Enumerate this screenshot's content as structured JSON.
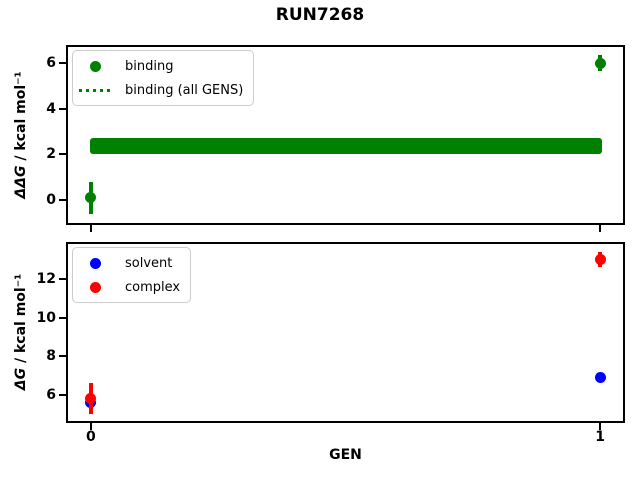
{
  "title": "RUN7268",
  "colors": {
    "binding": "#008000",
    "solvent": "#0000ff",
    "complex": "#ff0000",
    "spine": "#000000",
    "legend_border": "#cccccc",
    "background": "#ffffff"
  },
  "chart_data": [
    {
      "type": "scatter",
      "subplot": "top",
      "ylabel": "ΔΔG / kcal mol⁻¹",
      "ylabel_math": "ΔΔG",
      "ylabel_unit": " / kcal mol⁻¹",
      "xlim": [
        -0.045,
        1.045
      ],
      "ylim": [
        -1.0,
        6.7
      ],
      "yticks": [
        0,
        2,
        4,
        6
      ],
      "xticks": [
        0,
        1
      ],
      "grid": false,
      "legend_position": "upper left",
      "legend": [
        {
          "label": "binding",
          "marker": "dot",
          "color": "#008000"
        },
        {
          "label": "binding (all GENS)",
          "marker": "dotted-line",
          "color": "#008000"
        }
      ],
      "series": [
        {
          "name": "binding",
          "type": "points",
          "color": "#008000",
          "points": [
            {
              "x": 0,
              "y": 0.1,
              "yerr": 0.7
            },
            {
              "x": 1,
              "y": 6.0,
              "yerr": 0.35
            }
          ]
        },
        {
          "name": "binding (all GENS)",
          "type": "band",
          "color": "#008000",
          "x0": 0,
          "x1": 1,
          "y": 2.35,
          "halfheight": 0.35
        }
      ]
    },
    {
      "type": "scatter",
      "subplot": "bottom",
      "ylabel": "ΔG / kcal mol⁻¹",
      "ylabel_math": "ΔG",
      "ylabel_unit": " / kcal mol⁻¹",
      "xlabel": "GEN",
      "xlim": [
        -0.045,
        1.045
      ],
      "ylim": [
        4.65,
        13.8
      ],
      "yticks": [
        6,
        8,
        10,
        12
      ],
      "xticks": [
        0,
        1
      ],
      "xticklabels": [
        "0",
        "1"
      ],
      "grid": false,
      "legend_position": "upper left",
      "legend": [
        {
          "label": "solvent",
          "marker": "dot",
          "color": "#0000ff"
        },
        {
          "label": "complex",
          "marker": "dot",
          "color": "#ff0000"
        }
      ],
      "series": [
        {
          "name": "solvent",
          "type": "points",
          "color": "#0000ff",
          "points": [
            {
              "x": 0,
              "y": 5.6,
              "yerr": 0.35
            },
            {
              "x": 1,
              "y": 6.9,
              "yerr": 0.1
            }
          ]
        },
        {
          "name": "complex",
          "type": "points",
          "color": "#ff0000",
          "points": [
            {
              "x": 0,
              "y": 5.8,
              "yerr": 0.8
            },
            {
              "x": 1,
              "y": 13.0,
              "yerr": 0.4
            }
          ]
        }
      ]
    }
  ]
}
